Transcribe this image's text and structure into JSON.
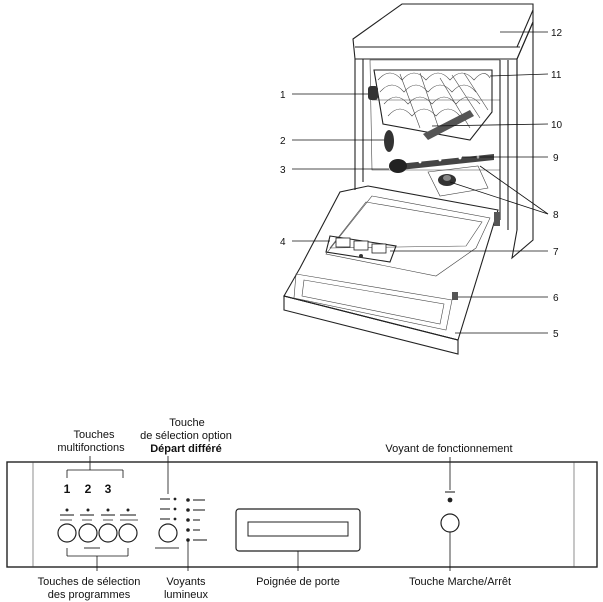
{
  "callouts": {
    "c1": "1",
    "c2": "2",
    "c3": "3",
    "c4": "4",
    "c5": "5",
    "c6": "6",
    "c7": "7",
    "c8": "8",
    "c9": "9",
    "c10": "10",
    "c11": "11",
    "c12": "12"
  },
  "panel": {
    "touches_line1": "Touches",
    "touches_line2": "multifonctions",
    "option_line1": "Touche",
    "option_line2": "de sélection option",
    "option_line3": "Départ différé",
    "voyant_fonctionnement": "Voyant de fonctionnement",
    "button_numbers": [
      "1",
      "2",
      "3"
    ],
    "selection_line1": "Touches de sélection",
    "selection_line2": "des programmes",
    "voyants_line1": "Voyants",
    "voyants_line2": "lumineux",
    "poignee": "Poignée de porte",
    "marche_arret": "Touche Marche/Arrêt"
  }
}
